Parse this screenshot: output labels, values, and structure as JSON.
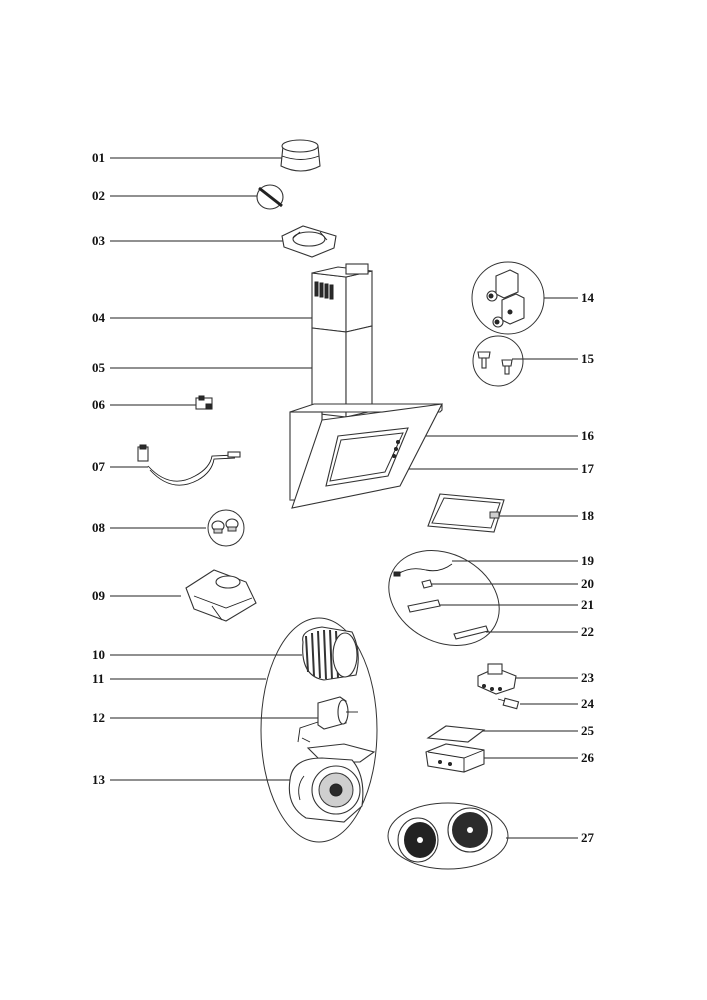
{
  "labels": {
    "p01": "01",
    "p02": "02",
    "p03": "03",
    "p04": "04",
    "p05": "05",
    "p06": "06",
    "p07": "07",
    "p08": "08",
    "p09": "09",
    "p10": "10",
    "p11": "11",
    "p12": "12",
    "p13": "13",
    "p14": "14",
    "p15": "15",
    "p16": "16",
    "p17": "17",
    "p18": "18",
    "p19": "19",
    "p20": "20",
    "p21": "21",
    "p22": "22",
    "p23": "23",
    "p24": "24",
    "p25": "25",
    "p26": "26",
    "p27": "27"
  },
  "colors": {
    "line": "#222222",
    "fill": "#ffffff",
    "dark": "#2a2a2a"
  }
}
